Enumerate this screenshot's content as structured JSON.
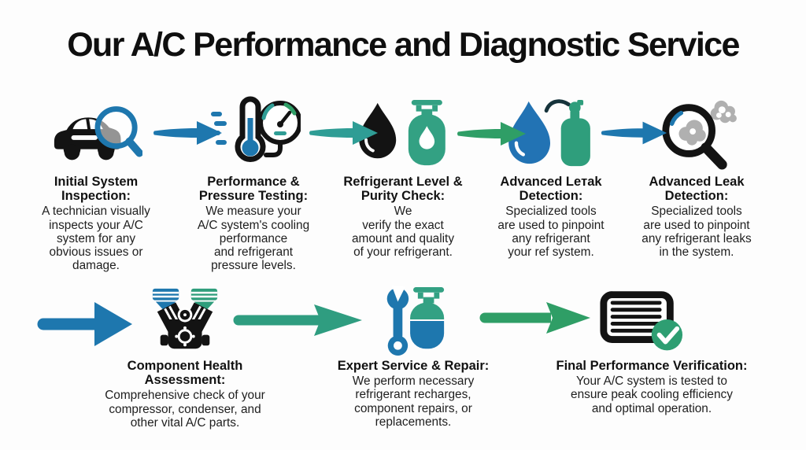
{
  "title": "Our A/C Performance and Diagnostic Service",
  "colors": {
    "blue": "#1e77ae",
    "teal": "#2f9d95",
    "green": "#2f9e66",
    "tealGreen": "#2f9d80",
    "tank": "#33a183",
    "cylinder": "#2f9e7c",
    "droplet": "#2273b4",
    "check": "#2e9e72",
    "smoke": "#b0b0b0",
    "ink": "#131313"
  },
  "steps": [
    {
      "id": "initial-system-inspection",
      "icon": "car-magnifier-icon",
      "title": "Initial System\nInspection:",
      "body": "A technician visually\ninspects your A/C\nsystem for any\nobvious issues or\ndamage."
    },
    {
      "id": "performance-pressure-testing",
      "icon": "thermometer-gauge-icon",
      "title": "Performance &\nPressure Testing:",
      "body": "We measure your\nA/C system's cooling\nperformance\nand refrigerant\npressure levels."
    },
    {
      "id": "refrigerant-level-purity-check",
      "icon": "droplet-tank-icon",
      "title": "Refrigerant Level &\nPurity Check:",
      "body": "We\nverify the exact\namount and quality\nof your refrigerant."
    },
    {
      "id": "advanced-leak-detection-1",
      "icon": "droplet-cylinder-icon",
      "title": "Advanced Leтak\nDetection:",
      "body": "Specialized tools\nare used to pinpoint\nany refrigerant\nyour ref system."
    },
    {
      "id": "advanced-leak-detection-2",
      "icon": "magnifier-smoke-icon",
      "title": "Advanced Leak\nDetection:",
      "body": "Specialized tools\nare used to pinpoint\nany refrigerant leaks\nin the system."
    },
    {
      "id": "component-health-assessment",
      "icon": "engine-icon",
      "title": "Component Health\nAssessment:",
      "body": "Comprehensive check of your\ncompressor, condenser, and\nother vital A/C parts."
    },
    {
      "id": "expert-service-repair",
      "icon": "wrench-tank-icon",
      "title": "Expert Service & Repair:",
      "body": "We perform necessary\nrefrigerant recharges,\ncomponent repairs, or\nreplacements."
    },
    {
      "id": "final-performance-verification",
      "icon": "vents-check-icon",
      "title": "Final Performance Verification:",
      "body": "Your A/C system is tested to\nensure peak cooling efficiency\nand optimal operation."
    }
  ],
  "flow": {
    "row1_arrow_colors": [
      "blue",
      "teal",
      "green",
      "blue"
    ],
    "row2_arrow_colors": [
      "blue",
      "tealGreen",
      "green"
    ]
  }
}
